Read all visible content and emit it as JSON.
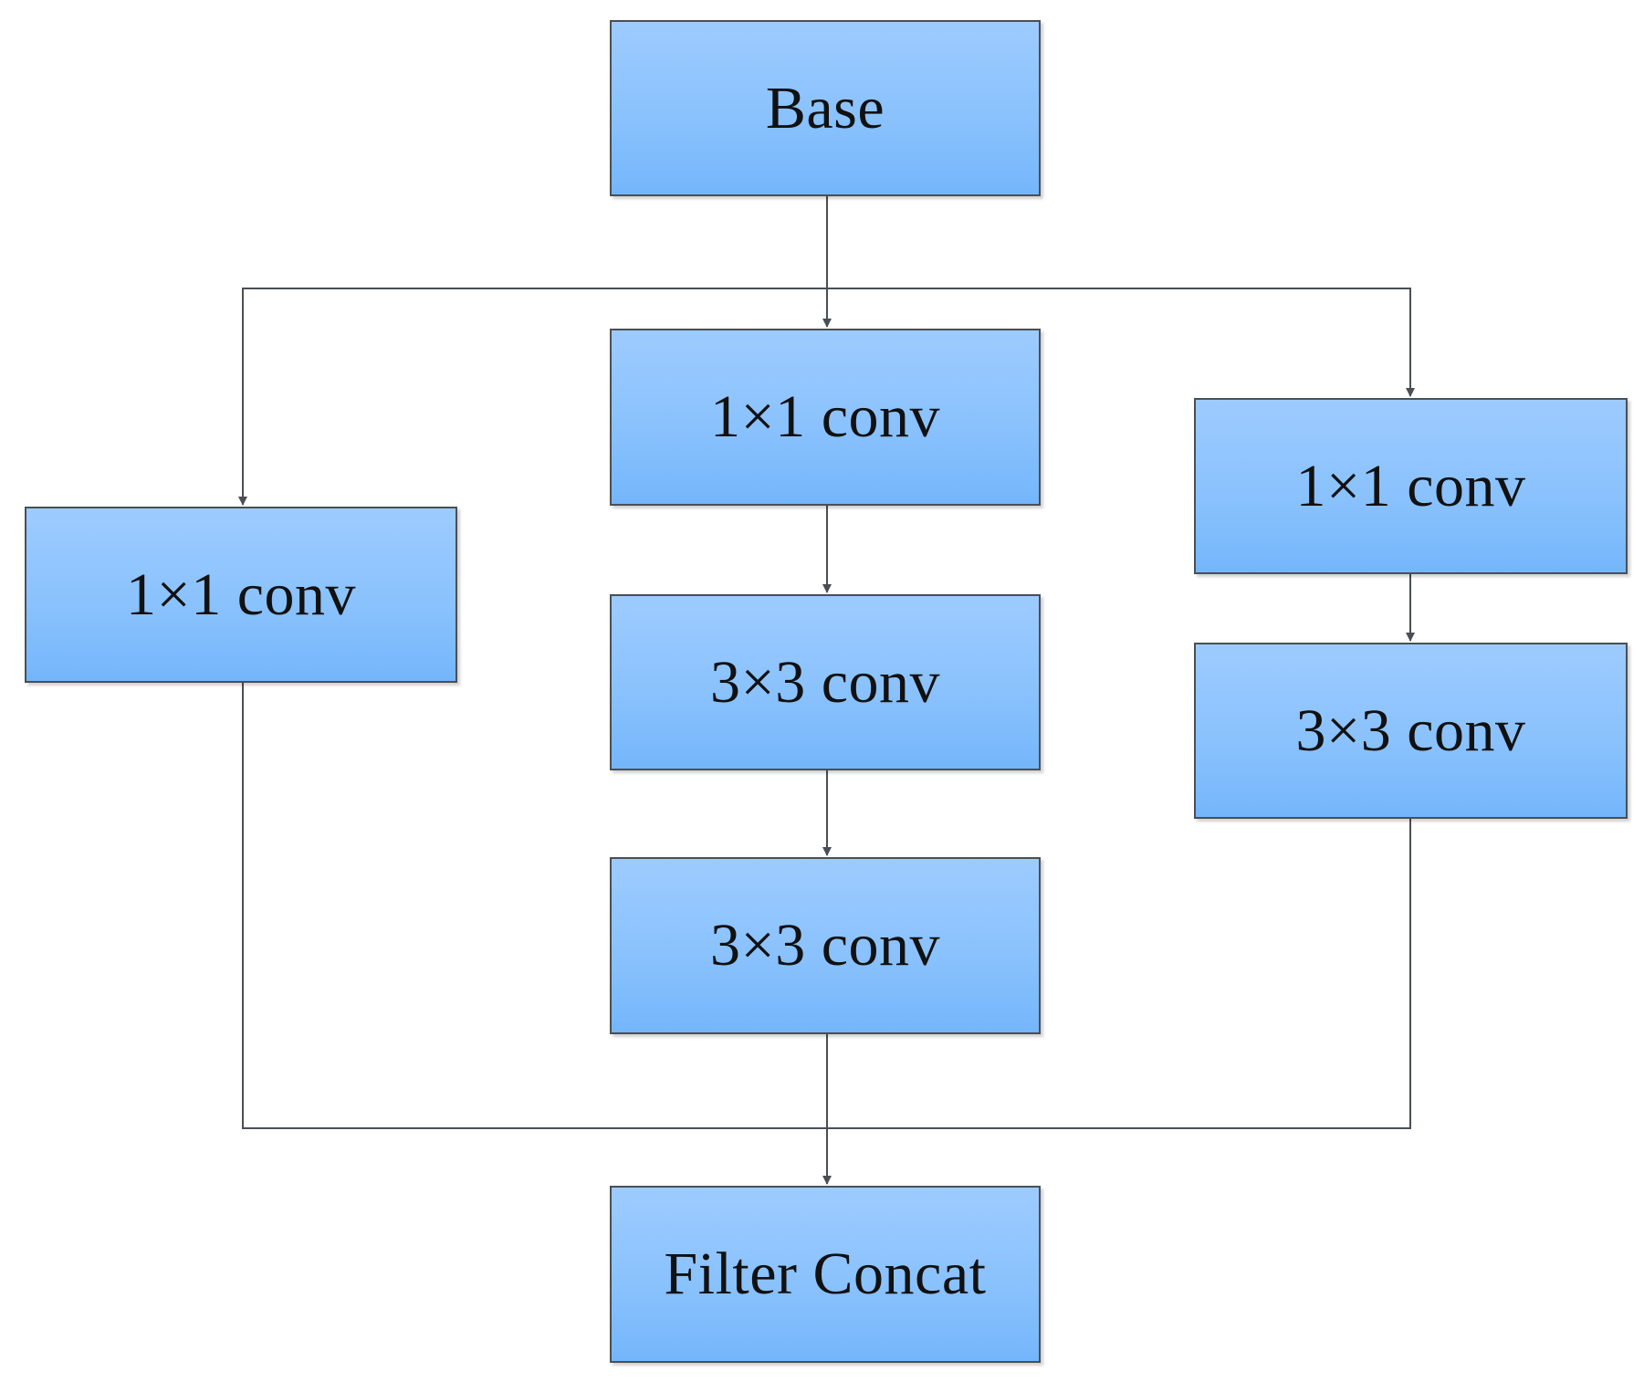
{
  "diagram": {
    "nodes": {
      "base": "Base",
      "mid_conv1": "1×1 conv",
      "mid_conv2": "3×3 conv",
      "mid_conv3": "3×3 conv",
      "left_conv1": "1×1 conv",
      "right_conv1": "1×1 conv",
      "right_conv2": "3×3 conv",
      "concat": "Filter Concat"
    },
    "edges": [
      [
        "base",
        "mid_conv1"
      ],
      [
        "base",
        "left_conv1"
      ],
      [
        "base",
        "right_conv1"
      ],
      [
        "mid_conv1",
        "mid_conv2"
      ],
      [
        "mid_conv2",
        "mid_conv3"
      ],
      [
        "right_conv1",
        "right_conv2"
      ],
      [
        "mid_conv3",
        "concat"
      ],
      [
        "left_conv1",
        "concat"
      ],
      [
        "right_conv2",
        "concat"
      ]
    ],
    "colors": {
      "box_fill": "#8ac2fd",
      "box_border": "#4a4f55",
      "connector": "#4a4f55"
    }
  }
}
